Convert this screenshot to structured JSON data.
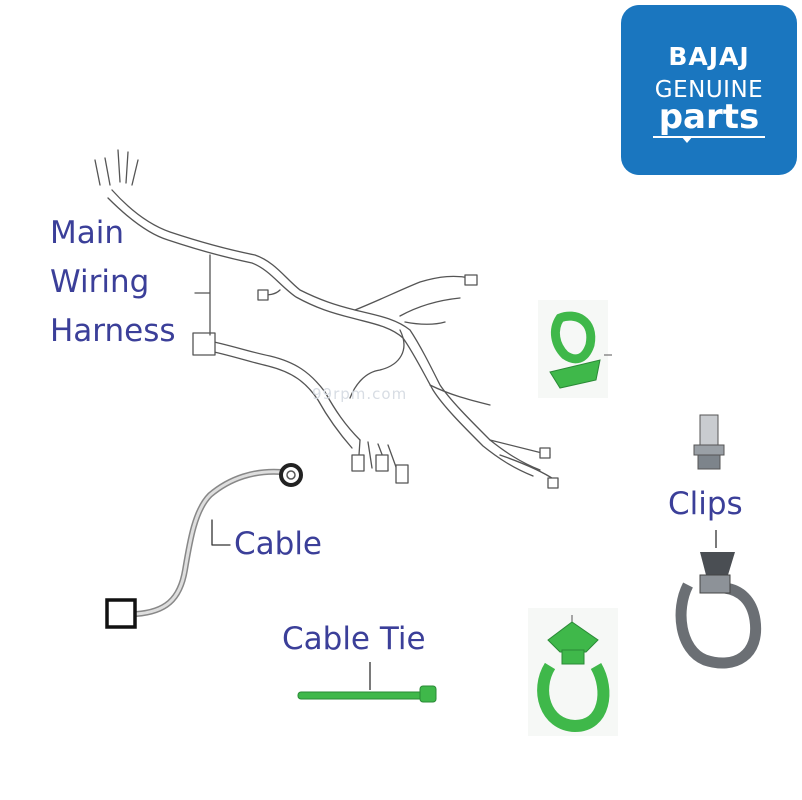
{
  "logo": {
    "brand": "BAJAJ",
    "line1": "GENUINE",
    "line2": "parts",
    "background_color": "#1a76bf"
  },
  "labels": {
    "harness_line1": "Main",
    "harness_line2": "Wiring",
    "harness_line3": "Harness",
    "cable": "Cable",
    "cable_tie": "Cable Tie",
    "clips": "Clips"
  },
  "watermark": "99rpm.com",
  "colors": {
    "label_text": "#3b3f99",
    "clip_green": "#3fb84a",
    "clip_grey": "#6b6f74"
  }
}
